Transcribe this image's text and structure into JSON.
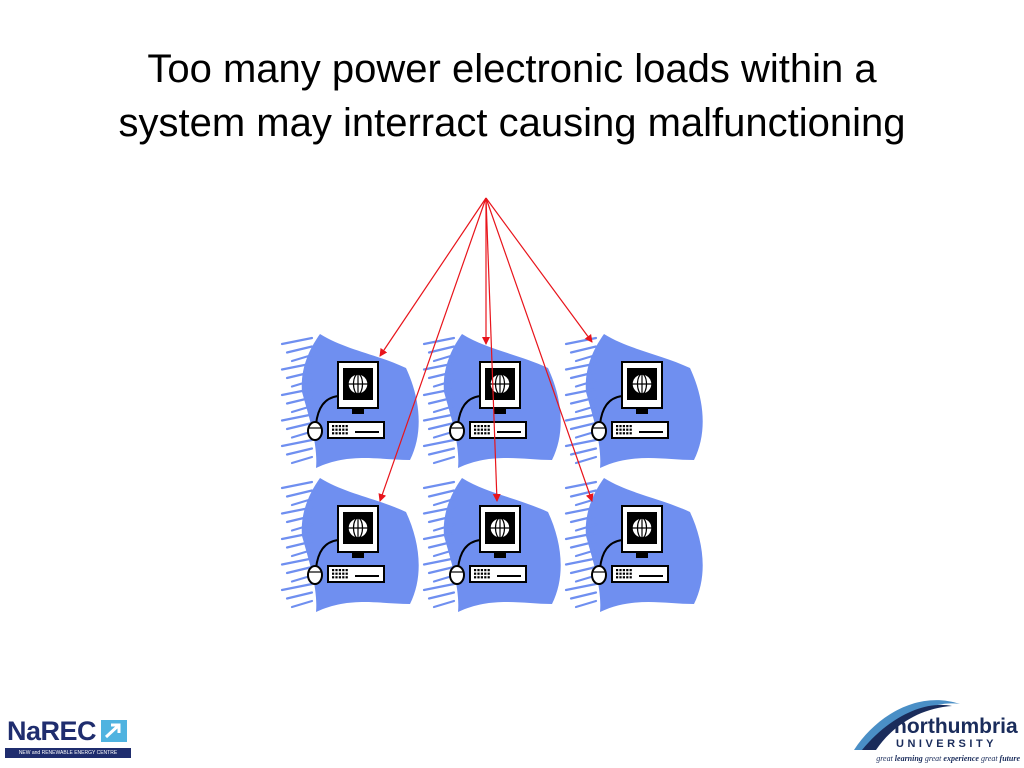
{
  "slide": {
    "title_line1": "Too many power electronic loads within a",
    "title_line2": "system may interract causing malfunctioning"
  },
  "diagram": {
    "nodes": [
      "computer-1",
      "computer-2",
      "computer-3",
      "computer-4",
      "computer-5",
      "computer-6"
    ],
    "edges": [
      {
        "from": "source",
        "to": "computer-1"
      },
      {
        "from": "source",
        "to": "computer-2"
      },
      {
        "from": "source",
        "to": "computer-3"
      },
      {
        "from": "source",
        "to": "computer-4"
      },
      {
        "from": "source",
        "to": "computer-5"
      },
      {
        "from": "source",
        "to": "computer-6"
      }
    ],
    "colors": {
      "arrow": "#e8141b",
      "swoosh": "#6f8ff0",
      "outline": "#000000"
    },
    "icon": "computer-workstation-icon"
  },
  "logos": {
    "narec": {
      "name": "NaREC",
      "tagline": "NEW and RENEWABLE ENERGY CENTRE",
      "color": "#1f2d6e",
      "accent": "#4fb3e0"
    },
    "northumbria": {
      "name": "northumbria",
      "subtitle": "UNIVERSITY",
      "tag_word1": "great",
      "tag_bold1": "learning",
      "tag_word2": "great",
      "tag_bold2": "experience",
      "tag_word3": "great",
      "tag_bold3": "future",
      "color": "#1a2c5b",
      "accent": "#4a8fc6"
    }
  }
}
